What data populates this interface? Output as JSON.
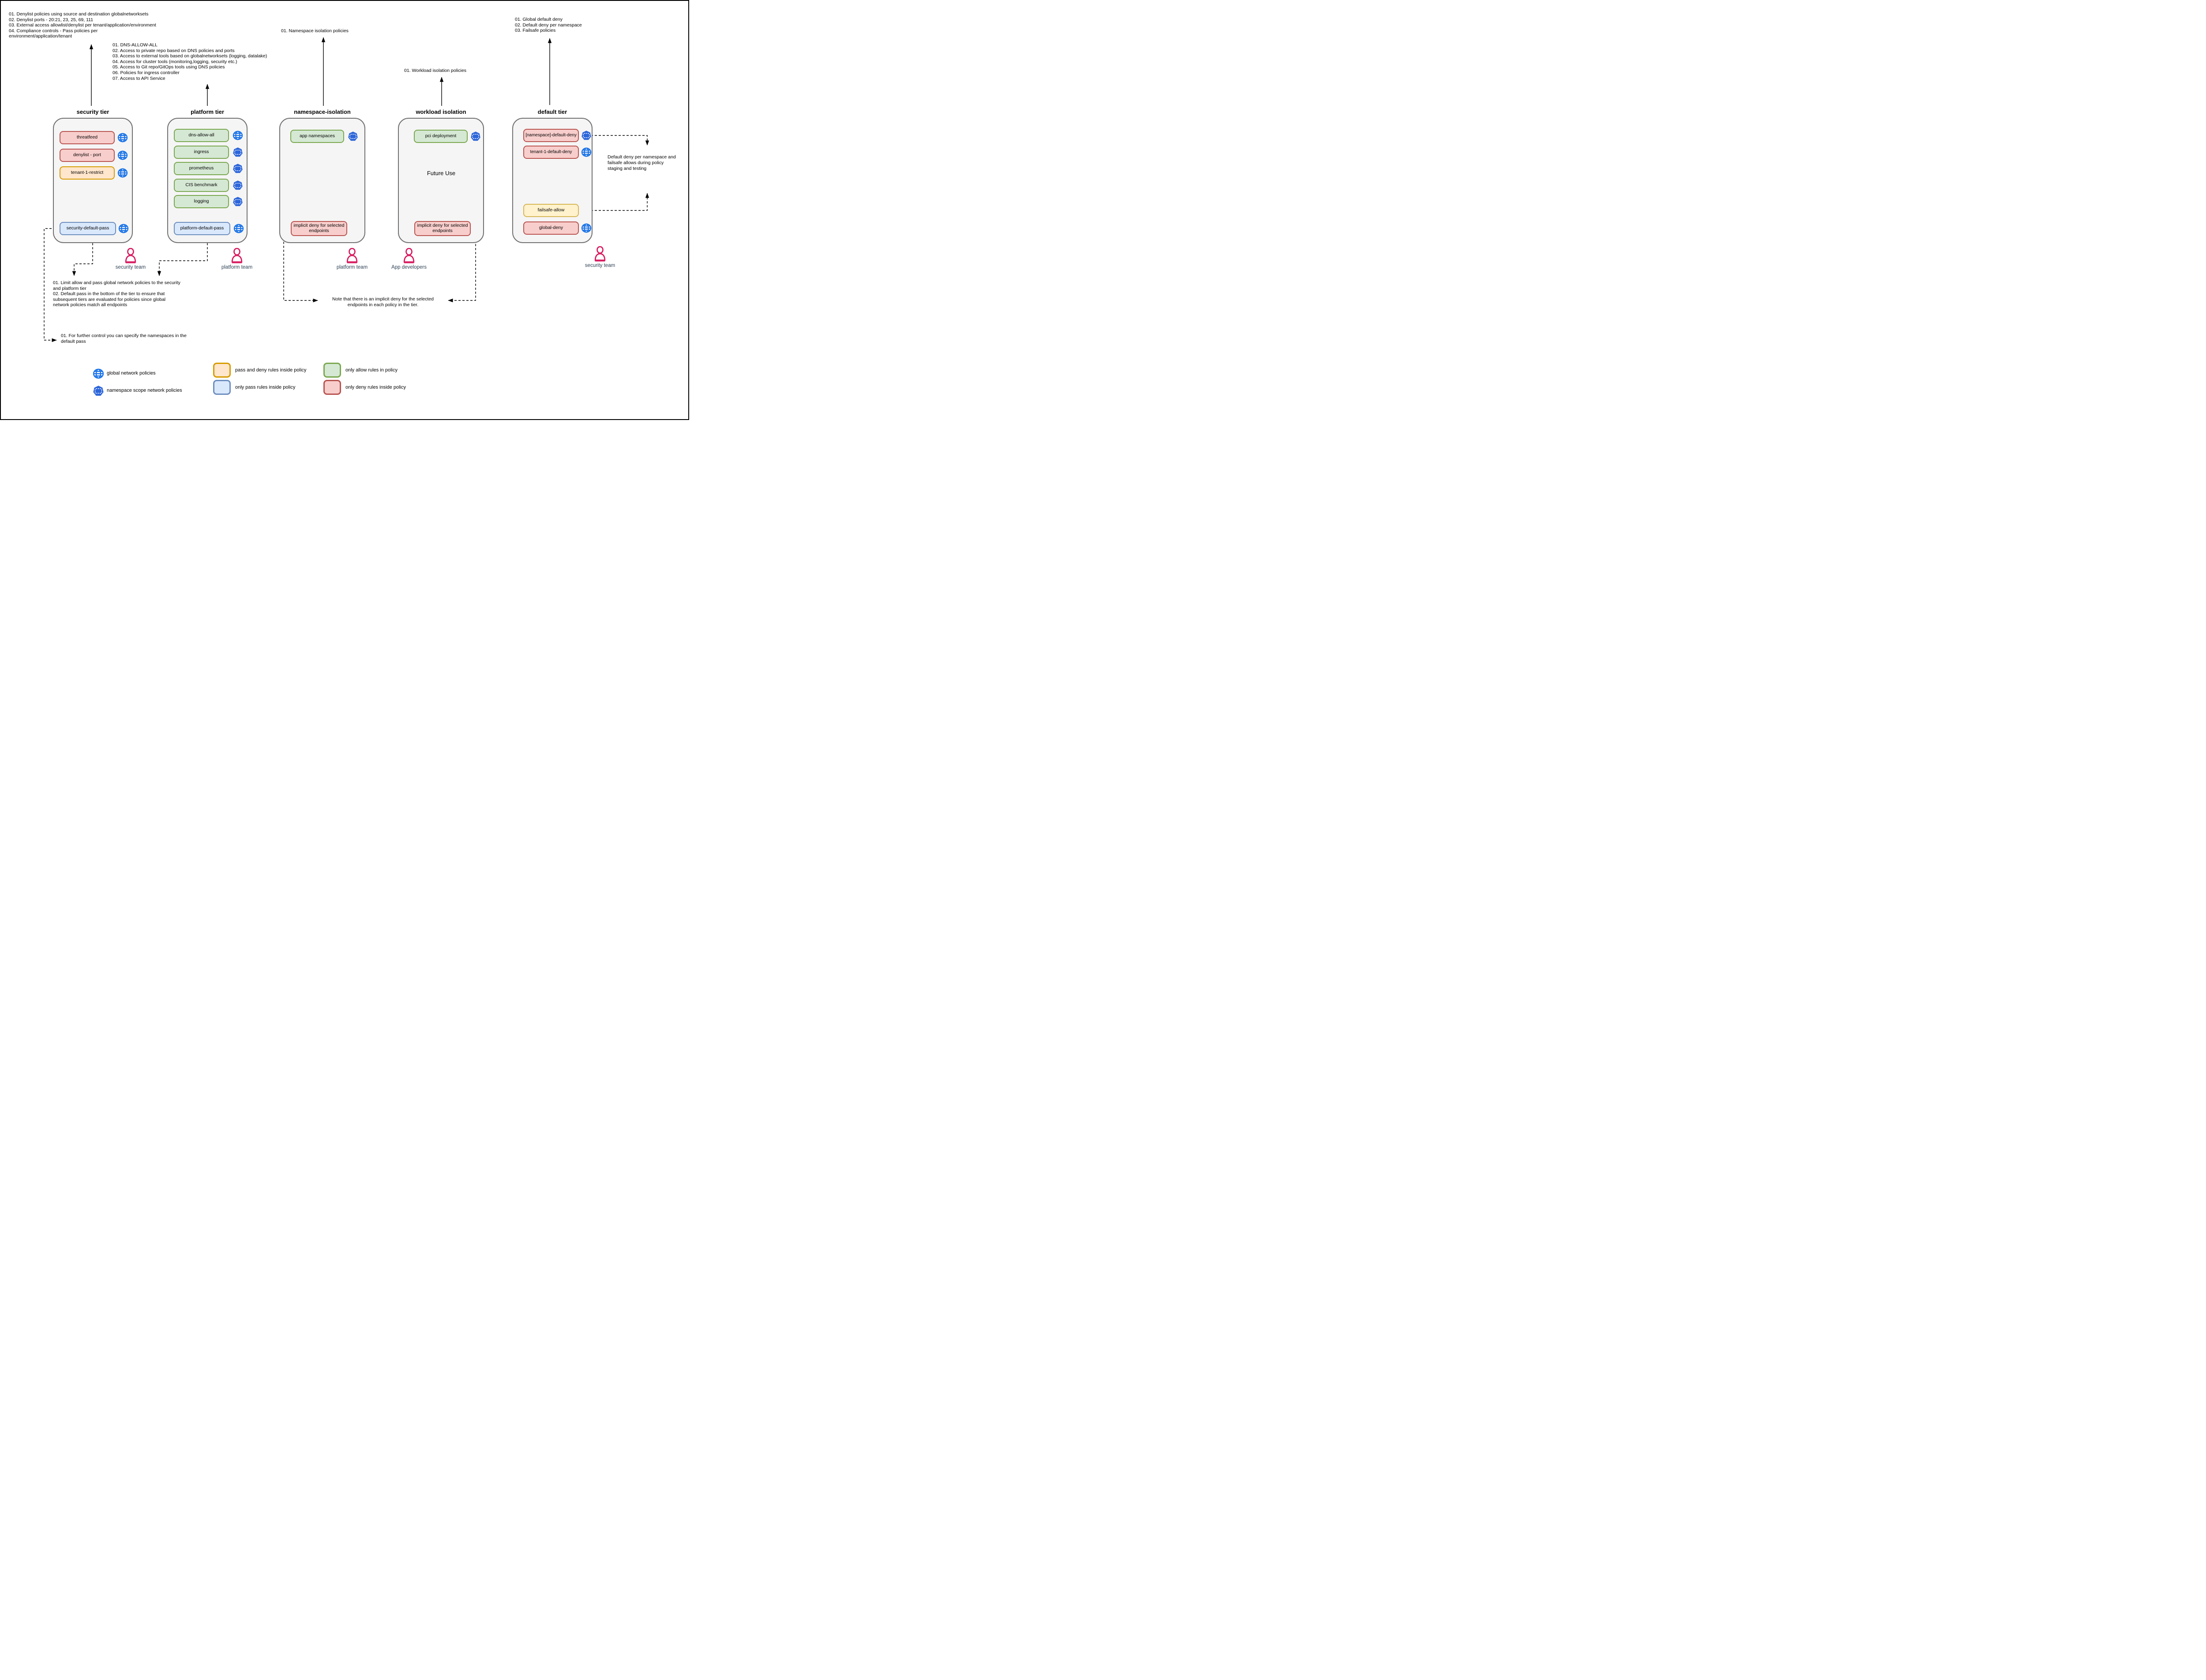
{
  "diagram": {
    "notes": {
      "security_annotation": "01. Denylist policies using source and destination globalnetworksets\n02. Denylist ports - 20:21, 23, 25, 69, 111\n03. External access allowlist/denylist per tenant/application/environment\n04. Compliance controls - Pass policies per\nenvironment/application/tenant",
      "platform_annotation": "01. DNS-ALLOW-ALL\n02. Access to private repo based on DNS policies and ports\n03. Access to external tools based on globalnetworksets (logging, datalake)\n04. Access for cluster tools (monitoring,logging, security etc.)\n05. Access to Git repo/GitOps tools using DNS policies\n06. Policies for ingress controller\n07. Access to API Service",
      "namespace_annotation": "01. Namespace isolation policies",
      "workload_annotation": "01. Workload isolation policies",
      "default_annotation": "01. Global default deny\n02. Default deny per namespace\n03. Failsafe policies",
      "limit_allow_note": "01. Limit allow and pass global network policies to the security\nand platform tier\n02. Default pass in the bottom of the tier to ensure that\nsubsequent tiers are evaluated for policies since global\nnetwork policies match all endpoints",
      "implicit_deny_note": "Note that there is an implicit deny for the selected\nendpoints in each policy in the tier.",
      "further_control_note": "01. For further control you can specify the namespaces in the\ndefault pass",
      "staging_note": "Default deny per namespace and\nfailsafe allows during policy\nstaging and testing"
    },
    "tiers": {
      "security": {
        "title": "security tier",
        "policies": {
          "threatfeed": "threatfeed",
          "denylist_port": "denylist - port",
          "tenant1_restrict": "tenant-1-restrict",
          "default_pass": "security-default-pass"
        }
      },
      "platform": {
        "title": "platform tier",
        "policies": {
          "dns_allow_all": "dns-allow-all",
          "ingress": "ingress",
          "prometheus": "prometheus",
          "cis_benchmark": "CIS benchmark",
          "logging": "logging",
          "default_pass": "platform-default-pass"
        }
      },
      "namespace_isolation": {
        "title": "namespace-isolation",
        "policies": {
          "app_namespaces": "app namespaces",
          "implicit_deny": "implicit deny for selected endpoints"
        }
      },
      "workload_isolation": {
        "title": "workload isolation",
        "center_label": "Future Use",
        "policies": {
          "pci_deployment": "pci deployment",
          "implicit_deny": "implicit deny for selected endpoints"
        }
      },
      "default": {
        "title": "default tier",
        "policies": {
          "namespace_default_deny": "[namespace]-default-deny",
          "tenant1_default_deny": "tenant-1-default-deny",
          "failsafe_allow": "failsafe-allow",
          "global_deny": "global-deny"
        }
      }
    },
    "teams": {
      "security_team_left": "security team",
      "platform_team_left": "platform team",
      "platform_team_right": "platform team",
      "app_developers": "App developers",
      "security_team_right": "security team"
    },
    "legend": {
      "global_policies": "global network policies",
      "namespace_policies": "namespace scope network policies",
      "pass_and_deny": "pass and deny rules inside policy",
      "only_pass": "only pass rules inside policy",
      "only_allow": "only allow rules in policy",
      "only_deny": "only deny rules inside policy"
    },
    "colors": {
      "deny_fill": "#f8cecc",
      "deny_border": "#b85450",
      "allow_fill": "#d5e8d4",
      "allow_border": "#7aa84f",
      "pass_fill": "#dae8fc",
      "pass_border": "#6c8ebf",
      "pass_deny_fill": "#ffe6cc",
      "pass_deny_border": "#d79b00",
      "failsafe_fill": "#fff2cc",
      "failsafe_border": "#d6b656",
      "tier_fill": "#f5f5f5",
      "tier_border": "#707070",
      "globe_icon": "#1a73e8",
      "namespace_icon": "#2d66d9",
      "person_icon": "#d81b60",
      "team_label": "#2f4256"
    }
  }
}
